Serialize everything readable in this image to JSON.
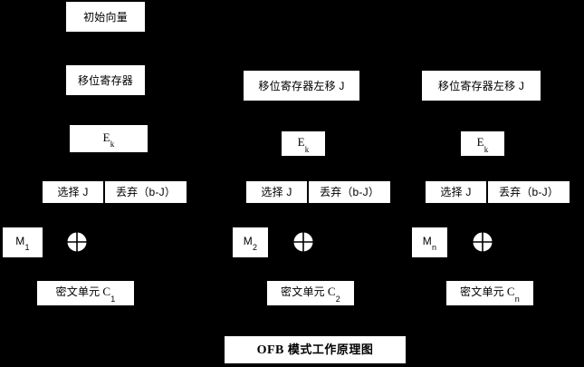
{
  "diagram": {
    "caption_prefix": "OFB",
    "caption_text": "模式工作原理图",
    "background_color": "#000000",
    "box_color": "#ffffff",
    "text_color": "#000000"
  },
  "init": {
    "label": "初始向量"
  },
  "columns": [
    {
      "id": "col1",
      "shift_register": "移位寄存器",
      "encrypt": "E",
      "encrypt_sub": "k",
      "select": "选择 J",
      "discard": "丢弃（b-J）",
      "message": "M",
      "message_sub": "1",
      "xor_icon": "xor-circle-icon",
      "cipher": "密文单元",
      "cipher_label": "C",
      "cipher_sub": "1"
    },
    {
      "id": "col2",
      "shift_register": "移位寄存器左移 J",
      "encrypt": "E",
      "encrypt_sub": "k",
      "select": "选择 J",
      "discard": "丢弃（b-J）",
      "message": "M",
      "message_sub": "2",
      "xor_icon": "xor-circle-icon",
      "cipher": "密文单元",
      "cipher_label": "C",
      "cipher_sub": "2"
    },
    {
      "id": "col3",
      "shift_register": "移位寄存器左移 J",
      "encrypt": "E",
      "encrypt_sub": "k",
      "select": "选择 J",
      "discard": "丢弃（b-J）",
      "message": "M",
      "message_sub": "n",
      "xor_icon": "xor-circle-icon",
      "cipher": "密文单元",
      "cipher_label": "C",
      "cipher_sub": "n"
    }
  ]
}
